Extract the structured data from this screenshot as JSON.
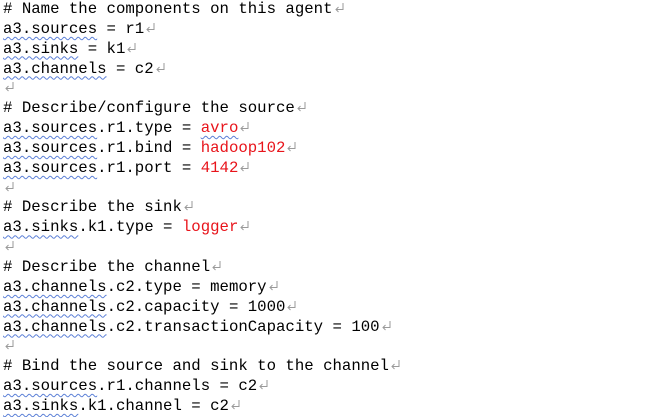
{
  "document": {
    "style": {
      "text_color": "#000000",
      "value_color": "#e8141b",
      "spell_underline_color": "#5b7fd6",
      "mark_color": "#9a9a9a"
    },
    "lines": [
      [
        {
          "t": "# Name the components on this agent"
        }
      ],
      [
        {
          "t": "a3.sources",
          "squig": true
        },
        {
          "t": " = r1"
        }
      ],
      [
        {
          "t": "a3.sinks",
          "squig": true
        },
        {
          "t": " = k1"
        }
      ],
      [
        {
          "t": "a3.channels",
          "squig": true
        },
        {
          "t": " = c2"
        }
      ],
      [],
      [
        {
          "t": "# Describe/configure the source"
        }
      ],
      [
        {
          "t": "a3.sources",
          "squig": true
        },
        {
          "t": ".r1.type = "
        },
        {
          "t": "avro",
          "red": true,
          "squig": true
        }
      ],
      [
        {
          "t": "a3.sources",
          "squig": true
        },
        {
          "t": ".r1.bind = "
        },
        {
          "t": "hadoop102",
          "red": true
        }
      ],
      [
        {
          "t": "a3.sources",
          "squig": true
        },
        {
          "t": ".r1.port = "
        },
        {
          "t": "4142",
          "red": true
        }
      ],
      [],
      [
        {
          "t": "# Describe the sink"
        }
      ],
      [
        {
          "t": "a3.sinks",
          "squig": true
        },
        {
          "t": ".k1.type = "
        },
        {
          "t": "logger",
          "red": true
        }
      ],
      [],
      [
        {
          "t": "# Describe the channel"
        }
      ],
      [
        {
          "t": "a3.channels",
          "squig": true
        },
        {
          "t": ".c2.type = memory"
        }
      ],
      [
        {
          "t": "a3.channels",
          "squig": true
        },
        {
          "t": ".c2.capacity = 1000"
        }
      ],
      [
        {
          "t": "a3.channels",
          "squig": true
        },
        {
          "t": ".c2.transactionCapacity = 100"
        }
      ],
      [],
      [
        {
          "t": "# Bind the source and sink to the channel"
        }
      ],
      [
        {
          "t": "a3.sources",
          "squig": true
        },
        {
          "t": ".r1.channels = c2"
        }
      ],
      [
        {
          "t": "a3.sinks",
          "squig": true
        },
        {
          "t": ".k1.channel = c2"
        }
      ]
    ]
  }
}
